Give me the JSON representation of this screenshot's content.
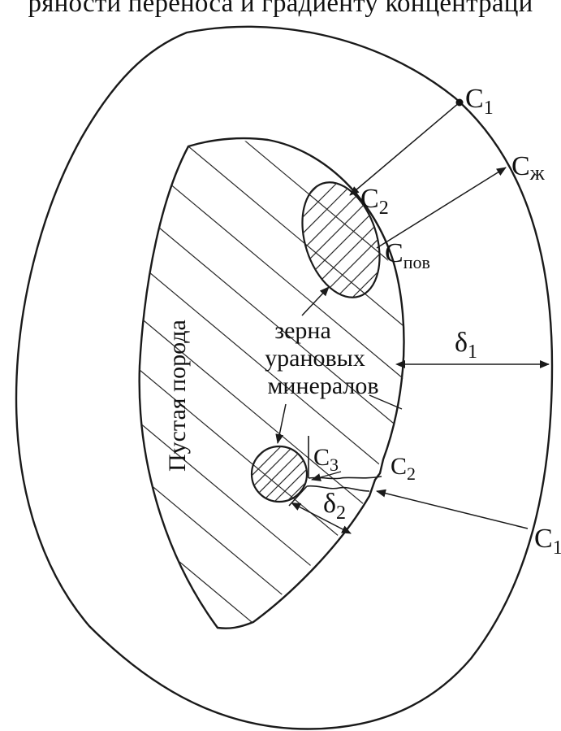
{
  "header": {
    "title": "ряности переноса и градиенту концентраци"
  },
  "labels": {
    "c1_top": "C",
    "c1_top_sub": "1",
    "c2_top": "C",
    "c2_top_sub": "2",
    "c_liquid": "C",
    "c_liquid_sub": "ж",
    "c_surface": "C",
    "c_surface_sub": "пов",
    "delta1": "δ",
    "delta1_sub": "1",
    "grains_line1": "зерна",
    "grains_line2": "урановых",
    "grains_line3": "минералов",
    "gangue": "Пустая порода",
    "c3": "C",
    "c3_sub": "3",
    "c2_bottom": "C",
    "c2_bottom_sub": "2",
    "delta2": "δ",
    "delta2_sub": "2",
    "c1_bottom": "C",
    "c1_bottom_sub": "1"
  },
  "colors": {
    "ink": "#1a1a1a",
    "background": "#ffffff"
  }
}
